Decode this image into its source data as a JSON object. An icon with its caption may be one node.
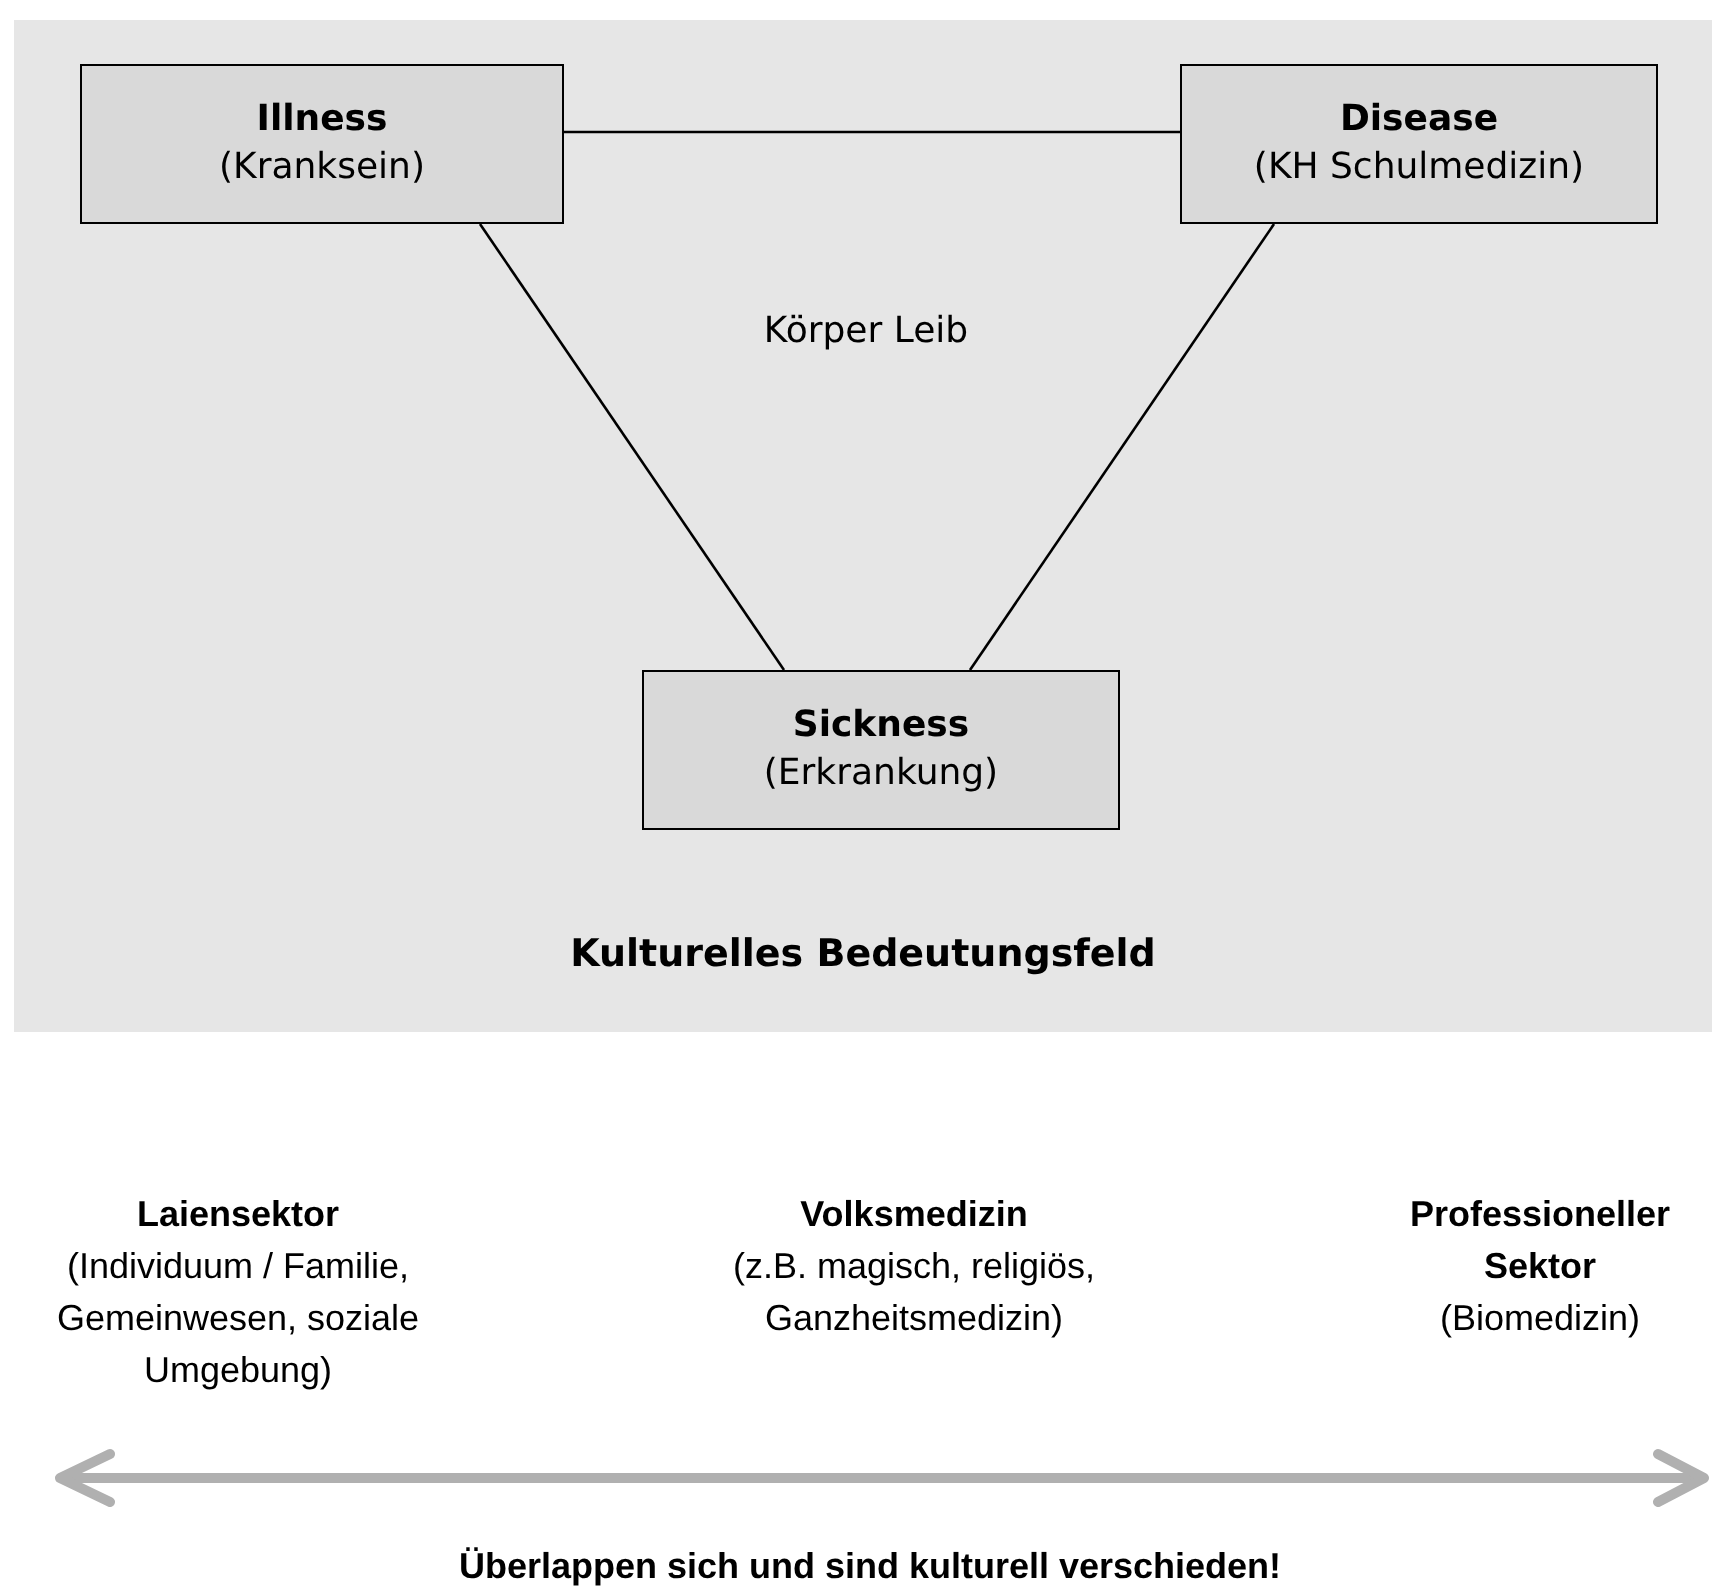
{
  "diagram": {
    "nodes": [
      {
        "text": [
          "Kulturelles Bedeutungsfeld"
        ]
      },
      {
        "text": [
          "Illness",
          "(Kranksein)"
        ],
        "in": 0
      },
      {
        "text": [
          "Disease",
          "(KH Schulmedizin)"
        ],
        "in": 0
      },
      {
        "text": [
          "Sickness",
          "(Erkrankung)"
        ],
        "in": 0
      }
    ],
    "edges": [
      {
        "from": 1,
        "to": 2,
        "arrow": "none"
      },
      {
        "from": 1,
        "to": 3,
        "arrow": "none"
      },
      {
        "from": 2,
        "to": 3,
        "arrow": "none"
      }
    ],
    "labels": [
      "Körper Leib",
      "Laiensektor",
      "(Individuum / Familie, Gemeinwesen, soziale Umgebung)",
      "Volksmedizin",
      "(z.B. magisch, religiös, Ganzheitsmedizin)",
      "Professioneller Sektor",
      "(Biomedizin)",
      "Überlappen sich und sind kulturell verschieden!"
    ]
  }
}
